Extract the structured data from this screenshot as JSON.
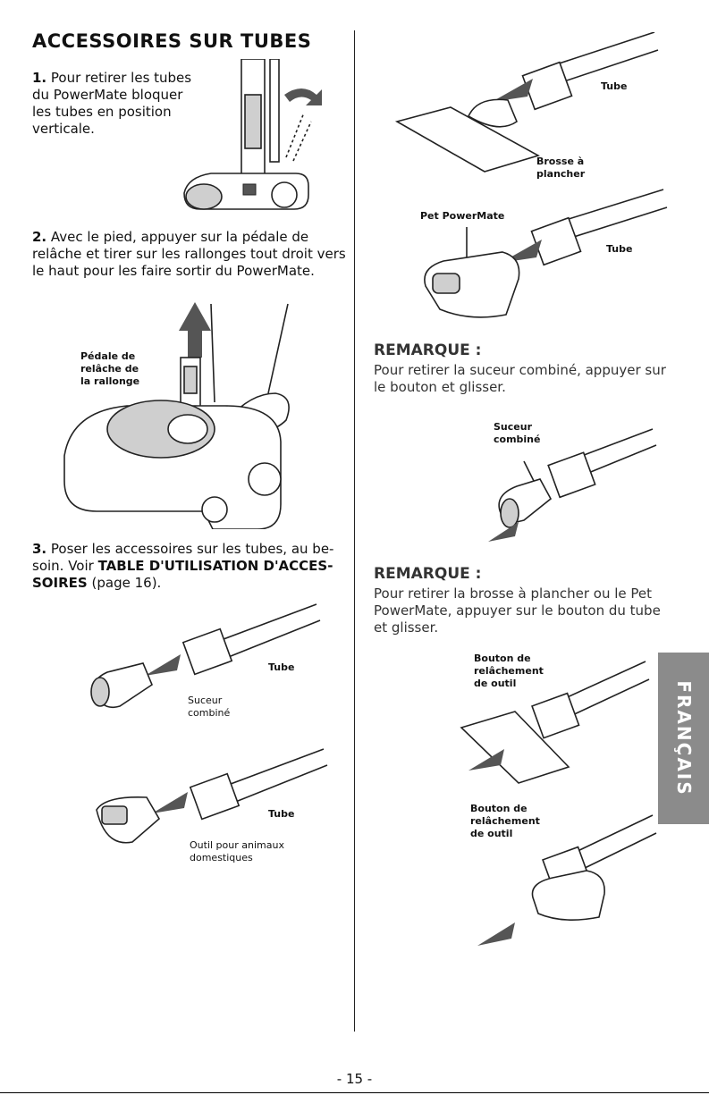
{
  "left": {
    "heading": "ACCESSOIRES SUR TUBES",
    "step1_num": "1.",
    "step1_lines": [
      "Pour retirer les tubes",
      "du PowerMate bloquer",
      "les tubes en position",
      "verticale."
    ],
    "step2_num": "2.",
    "step2_lines": [
      "Avec le pied, appuyer sur la pédale de",
      "relâche et tirer sur les rallonges tout droit vers",
      "le haut pour les faire sortir du PowerMate."
    ],
    "pedal_label": [
      "Pédale de",
      "relâche de",
      "la rallonge"
    ],
    "step3_num": "3.",
    "step3_line1": "Poser les accessoires sur les tubes, au be-",
    "step3_line2_prefix": "soin. Voir ",
    "step3_link_a": "TABLE D'UTILISATION D'ACCES-",
    "step3_link_b": "SOIRES",
    "step3_suffix": " (page 16).",
    "fig3_tube": "Tube",
    "fig3_suceur": [
      "Suceur",
      "combiné"
    ],
    "fig4_tube": "Tube",
    "fig4_outil": [
      "Outil pour animaux",
      "domestiques"
    ]
  },
  "right": {
    "fig1_tube": "Tube",
    "fig1_brosse": [
      "Brosse à",
      "plancher"
    ],
    "fig2_petpowermate": "Pet PowerMate",
    "fig2_tube": "Tube",
    "remark1_title": "REMARQUE :",
    "remark1_lines": [
      "Pour retirer la suceur combiné, appuyer sur",
      "le bouton et glisser."
    ],
    "fig3_suceur": [
      "Suceur",
      "combiné"
    ],
    "remark2_title": "REMARQUE :",
    "remark2_lines": [
      "Pour retirer la brosse à plancher ou le Pet",
      "PowerMate, appuyer sur le bouton du tube",
      "et glisser."
    ],
    "fig4_bouton": [
      "Bouton de",
      "relâchement",
      "de outil"
    ],
    "fig5_bouton": [
      "Bouton de",
      "relâchement",
      "de outil"
    ]
  },
  "side_tab": "FRANÇAIS",
  "page_number": "- 15 -"
}
